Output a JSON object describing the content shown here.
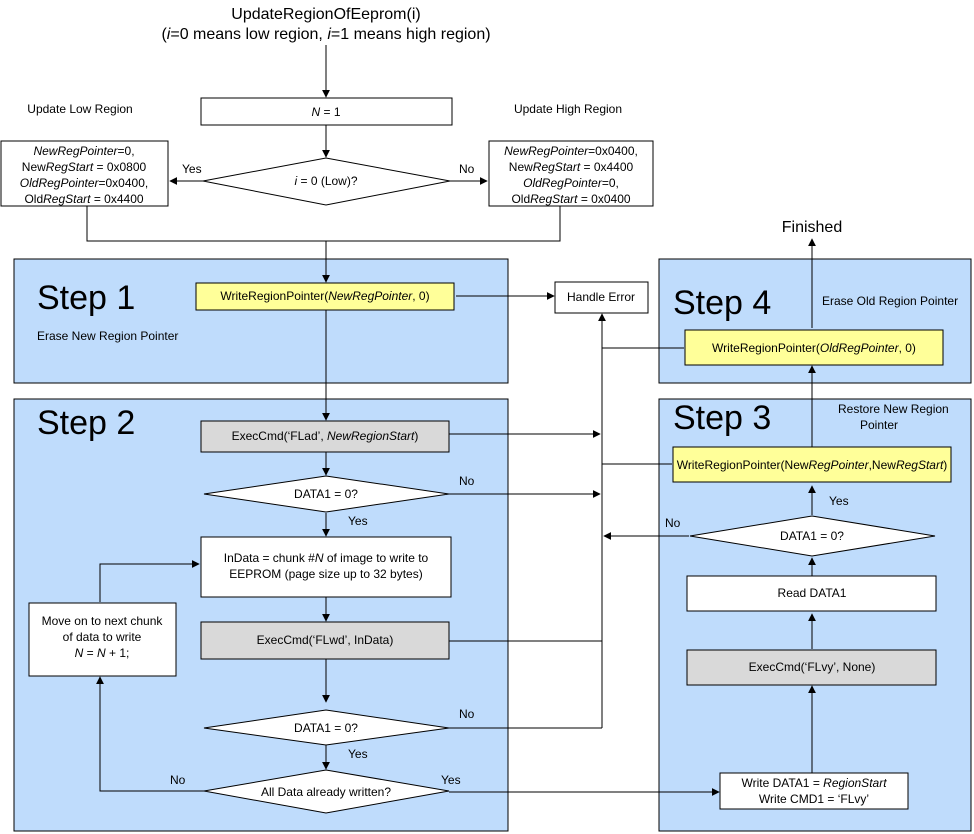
{
  "header": {
    "title": "UpdateRegionOfEeprom(i)",
    "subtitle_parts": [
      {
        "t": "(",
        "i": false
      },
      {
        "t": "i",
        "i": true
      },
      {
        "t": "=0 means low region, ",
        "i": false
      },
      {
        "t": "i",
        "i": true
      },
      {
        "t": "=1 means high region)",
        "i": false
      }
    ]
  },
  "top_labels": {
    "low": "Update Low Region",
    "high": "Update High Region",
    "finished": "Finished"
  },
  "steps": {
    "step1": {
      "title": "Step 1",
      "caption": "Erase New Region Pointer"
    },
    "step2": {
      "title": "Step 2"
    },
    "step3": {
      "title": "Step 3",
      "caption_lines": [
        "Restore New Region",
        "Pointer"
      ]
    },
    "step4": {
      "title": "Step 4",
      "caption": "Erase Old Region Pointer"
    }
  },
  "nodes": {
    "n_init": [
      [
        {
          "t": "N",
          "i": true
        },
        {
          "t": " = 1",
          "i": false
        }
      ]
    ],
    "i_check": [
      [
        {
          "t": "i",
          "i": true
        },
        {
          "t": " = 0 (Low)?",
          "i": false
        }
      ]
    ],
    "low_assign": [
      [
        {
          "t": "NewRegPointer",
          "i": true
        },
        {
          "t": "=0,",
          "i": false
        }
      ],
      [
        {
          "t": "New",
          "i": false
        },
        {
          "t": "RegStart",
          "i": true
        },
        {
          "t": " = 0x0800",
          "i": false
        }
      ],
      [
        {
          "t": "OldRegPointer",
          "i": true
        },
        {
          "t": "=0x0400,",
          "i": false
        }
      ],
      [
        {
          "t": "Old",
          "i": false
        },
        {
          "t": "RegStart",
          "i": true
        },
        {
          "t": " = 0x4400",
          "i": false
        }
      ]
    ],
    "high_assign": [
      [
        {
          "t": "NewRegPointer",
          "i": true
        },
        {
          "t": "=0x0400,",
          "i": false
        }
      ],
      [
        {
          "t": "New",
          "i": false
        },
        {
          "t": "RegStart",
          "i": true
        },
        {
          "t": " = 0x4400",
          "i": false
        }
      ],
      [
        {
          "t": "OldRegPointer",
          "i": true
        },
        {
          "t": "=0,",
          "i": false
        }
      ],
      [
        {
          "t": "Old",
          "i": false
        },
        {
          "t": "RegStart",
          "i": true
        },
        {
          "t": " = 0x0400",
          "i": false
        }
      ]
    ],
    "write_new_ptr": [
      [
        {
          "t": "WriteRegionPointer(",
          "i": false
        },
        {
          "t": "NewRegPointer",
          "i": true
        },
        {
          "t": ", 0)",
          "i": false
        }
      ]
    ],
    "handle_error": [
      [
        {
          "t": "Handle Error",
          "i": false
        }
      ]
    ],
    "exec_flad": [
      [
        {
          "t": "ExecCmd(‘FLad’, ",
          "i": false
        },
        {
          "t": "NewRegionStart",
          "i": true
        },
        {
          "t": ")",
          "i": false
        }
      ]
    ],
    "data1_check_a": [
      [
        {
          "t": "DATA1 = 0?",
          "i": false
        }
      ]
    ],
    "indata": [
      [
        {
          "t": "InData = chunk #",
          "i": false
        },
        {
          "t": "N",
          "i": true
        },
        {
          "t": " of image to write to",
          "i": false
        }
      ],
      [
        {
          "t": "EEPROM (page size up to 32 bytes)",
          "i": false
        }
      ]
    ],
    "next_chunk": [
      [
        {
          "t": "Move on to next chunk",
          "i": false
        }
      ],
      [
        {
          "t": "of data to write",
          "i": false
        }
      ],
      [
        {
          "t": "N",
          "i": true
        },
        {
          "t": " = ",
          "i": false
        },
        {
          "t": "N",
          "i": true
        },
        {
          "t": " + 1;",
          "i": false
        }
      ]
    ],
    "exec_flwd": [
      [
        {
          "t": "ExecCmd(‘FLwd’, InData)",
          "i": false
        }
      ]
    ],
    "data1_check_b": [
      [
        {
          "t": "DATA1 = 0?",
          "i": false
        }
      ]
    ],
    "all_written": [
      [
        {
          "t": "All Data already written?",
          "i": false
        }
      ]
    ],
    "write_data1": [
      [
        {
          "t": "Write DATA1 = ",
          "i": false
        },
        {
          "t": "RegionStart",
          "i": true
        }
      ],
      [
        {
          "t": "Write CMD1 = ‘FLvy’",
          "i": false
        }
      ]
    ],
    "exec_flvy": [
      [
        {
          "t": "ExecCmd(‘FLvy’, None)",
          "i": false
        }
      ]
    ],
    "read_data1": [
      [
        {
          "t": "Read DATA1",
          "i": false
        }
      ]
    ],
    "data1_check_c": [
      [
        {
          "t": "DATA1 = 0?",
          "i": false
        }
      ]
    ],
    "write_restore_ptr": [
      [
        {
          "t": "WriteRegionPointer(New",
          "i": false
        },
        {
          "t": "RegPointer",
          "i": true
        },
        {
          "t": ",New",
          "i": false
        },
        {
          "t": "RegStart",
          "i": true
        },
        {
          "t": ")",
          "i": false
        }
      ]
    ],
    "write_old_ptr": [
      [
        {
          "t": "WriteRegionPointer(",
          "i": false
        },
        {
          "t": "OldRegPointer",
          "i": true
        },
        {
          "t": ", 0)",
          "i": false
        }
      ]
    ]
  },
  "edge_labels": {
    "yes_low": "Yes",
    "no_high": "No",
    "no_a": "No",
    "yes_a": "Yes",
    "yes_b": "Yes",
    "no_b": "No",
    "no_all": "No",
    "yes_all": "Yes",
    "no_c": "No",
    "yes_c": "Yes"
  },
  "colors": {
    "step_fill": "#bfdcfc",
    "yellow_fill": "#ffff99",
    "gray_fill": "#d9d9d9",
    "white_fill": "#ffffff",
    "stroke": "#000000"
  }
}
